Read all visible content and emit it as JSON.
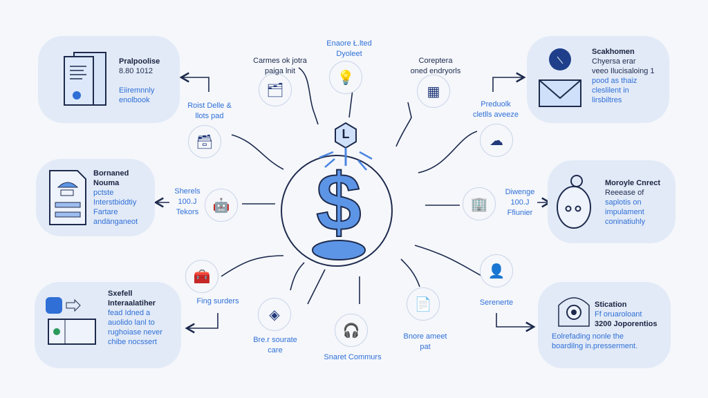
{
  "center": {
    "badge": "L",
    "symbol": "$"
  },
  "cards": {
    "top_left": {
      "title": "Pralpoolise",
      "subtitle": "8.80 1012",
      "body": [
        "Eiiremnnly",
        "enolbook"
      ]
    },
    "mid_left": {
      "title": [
        "Bornaned",
        "Nouma"
      ],
      "body": [
        "pctste",
        "Interstbiddtiy",
        "Fartare",
        "andänganeot"
      ]
    },
    "bottom_left": {
      "title": [
        "Sxefell",
        "Interaalatiher"
      ],
      "body": [
        "fead Idned a",
        "auolido lanl to",
        "rughoiase never",
        "chibe nocssert"
      ]
    },
    "top_right": {
      "title": "Scakhomen",
      "body": [
        "Chyersa erar",
        "veeo Ilucisaloing 1",
        "pood as thaiz",
        "cleslilent in",
        "lirsbiltres"
      ]
    },
    "mid_right": {
      "title": "Moroyle Cnrect",
      "body": [
        "Reeease of",
        "saplotis on",
        "impulament",
        "coninatiuhly"
      ]
    },
    "bottom_right": {
      "title": "Stication",
      "subtitle": [
        "Ff oruaroloant",
        "3200 Joporentios"
      ],
      "body": [
        "Eolrefading nonle the",
        "boardilng in.presserment."
      ]
    }
  },
  "nodes": [
    {
      "id": "top",
      "label": [
        "Enaore Ł.lted",
        "Dyoleet"
      ],
      "icon": "lightbulb-icon",
      "glyph": "💡"
    },
    {
      "id": "top-left",
      "label": [
        "Carmes ok jotra",
        "paiga lnit"
      ],
      "icon": "documents-icon",
      "glyph": "🗂"
    },
    {
      "id": "top-right",
      "label": [
        "Coreptera",
        "oned endryorls"
      ],
      "icon": "calendar-icon",
      "glyph": "▦"
    },
    {
      "id": "upper-left",
      "label": [
        "Roist Delle &",
        "llots pad"
      ],
      "icon": "inbox-icon",
      "glyph": "🗃"
    },
    {
      "id": "upper-right",
      "label": [
        "Preduolk",
        "cletlls aveeze"
      ],
      "icon": "cloud-hand-icon",
      "glyph": "☁"
    },
    {
      "id": "left",
      "label": [
        "Sherels",
        "100.J",
        "Tekors"
      ],
      "icon": "robot-icon",
      "glyph": "🤖"
    },
    {
      "id": "right",
      "label": [
        "Diwenge",
        "100.J",
        "Ffiunier"
      ],
      "icon": "buildings-icon",
      "glyph": "🏢"
    },
    {
      "id": "lower-left",
      "label": [
        "Fing surders"
      ],
      "icon": "toolbox-icon",
      "glyph": "🧰"
    },
    {
      "id": "bottom-left",
      "label": [
        "Bre.r sourate",
        "care"
      ],
      "icon": "leaf-icon",
      "glyph": "◈"
    },
    {
      "id": "bottom",
      "label": [
        "Snaret Commurs"
      ],
      "icon": "headset-icon",
      "glyph": "🎧"
    },
    {
      "id": "bottom-right",
      "label": [
        "Bnore ameet",
        "pat"
      ],
      "icon": "document-icon",
      "glyph": "📄"
    },
    {
      "id": "lower-right",
      "label": [
        "Serenerte"
      ],
      "icon": "person-icon",
      "glyph": "👤"
    }
  ],
  "colors": {
    "accent": "#2f6fd6",
    "dark": "#1d2a4d",
    "card": "#e2eaf7",
    "background": "#f5f7fb"
  }
}
